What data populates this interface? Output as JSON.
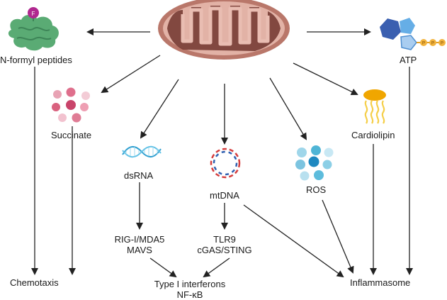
{
  "labels": {
    "n_formyl_peptides": "N-formyl peptides",
    "atp": "ATP",
    "succinate": "Succinate",
    "cardiolipin": "Cardiolipin",
    "dsrna": "dsRNA",
    "mtdna": "mtDNA",
    "ros": "ROS",
    "rig_mda5": "RIG-I/MDA5",
    "mavs": "MAVS",
    "tlr9": "TLR9",
    "cgas_sting": "cGAS/STING",
    "chemotaxis": "Chemotaxis",
    "type1_ifn": "Type I interferons",
    "nfkb": "NF-κB",
    "inflammasome": "Inflammasome",
    "f_marker": "F",
    "p_marker": "P"
  },
  "colors": {
    "mito_outer": "#c98a7e",
    "mito_inner": "#7a3f37",
    "protein": "#5aab74",
    "f_marker": "#b0288f",
    "succinate": "#e07c95",
    "ros": "#4fb5d6",
    "cardiolipin_head": "#f0a600",
    "atp_hex": "#3a5fb0",
    "atp_pent": "#66aee6",
    "atp_phosphate": "#f2b33d",
    "arrow": "#222222"
  },
  "icons": [
    "mitochondrion-icon",
    "protein-icon",
    "atp-molecule-icon",
    "succinate-icon",
    "cardiolipin-icon",
    "dsrna-icon",
    "mtdna-icon",
    "ros-icon"
  ]
}
